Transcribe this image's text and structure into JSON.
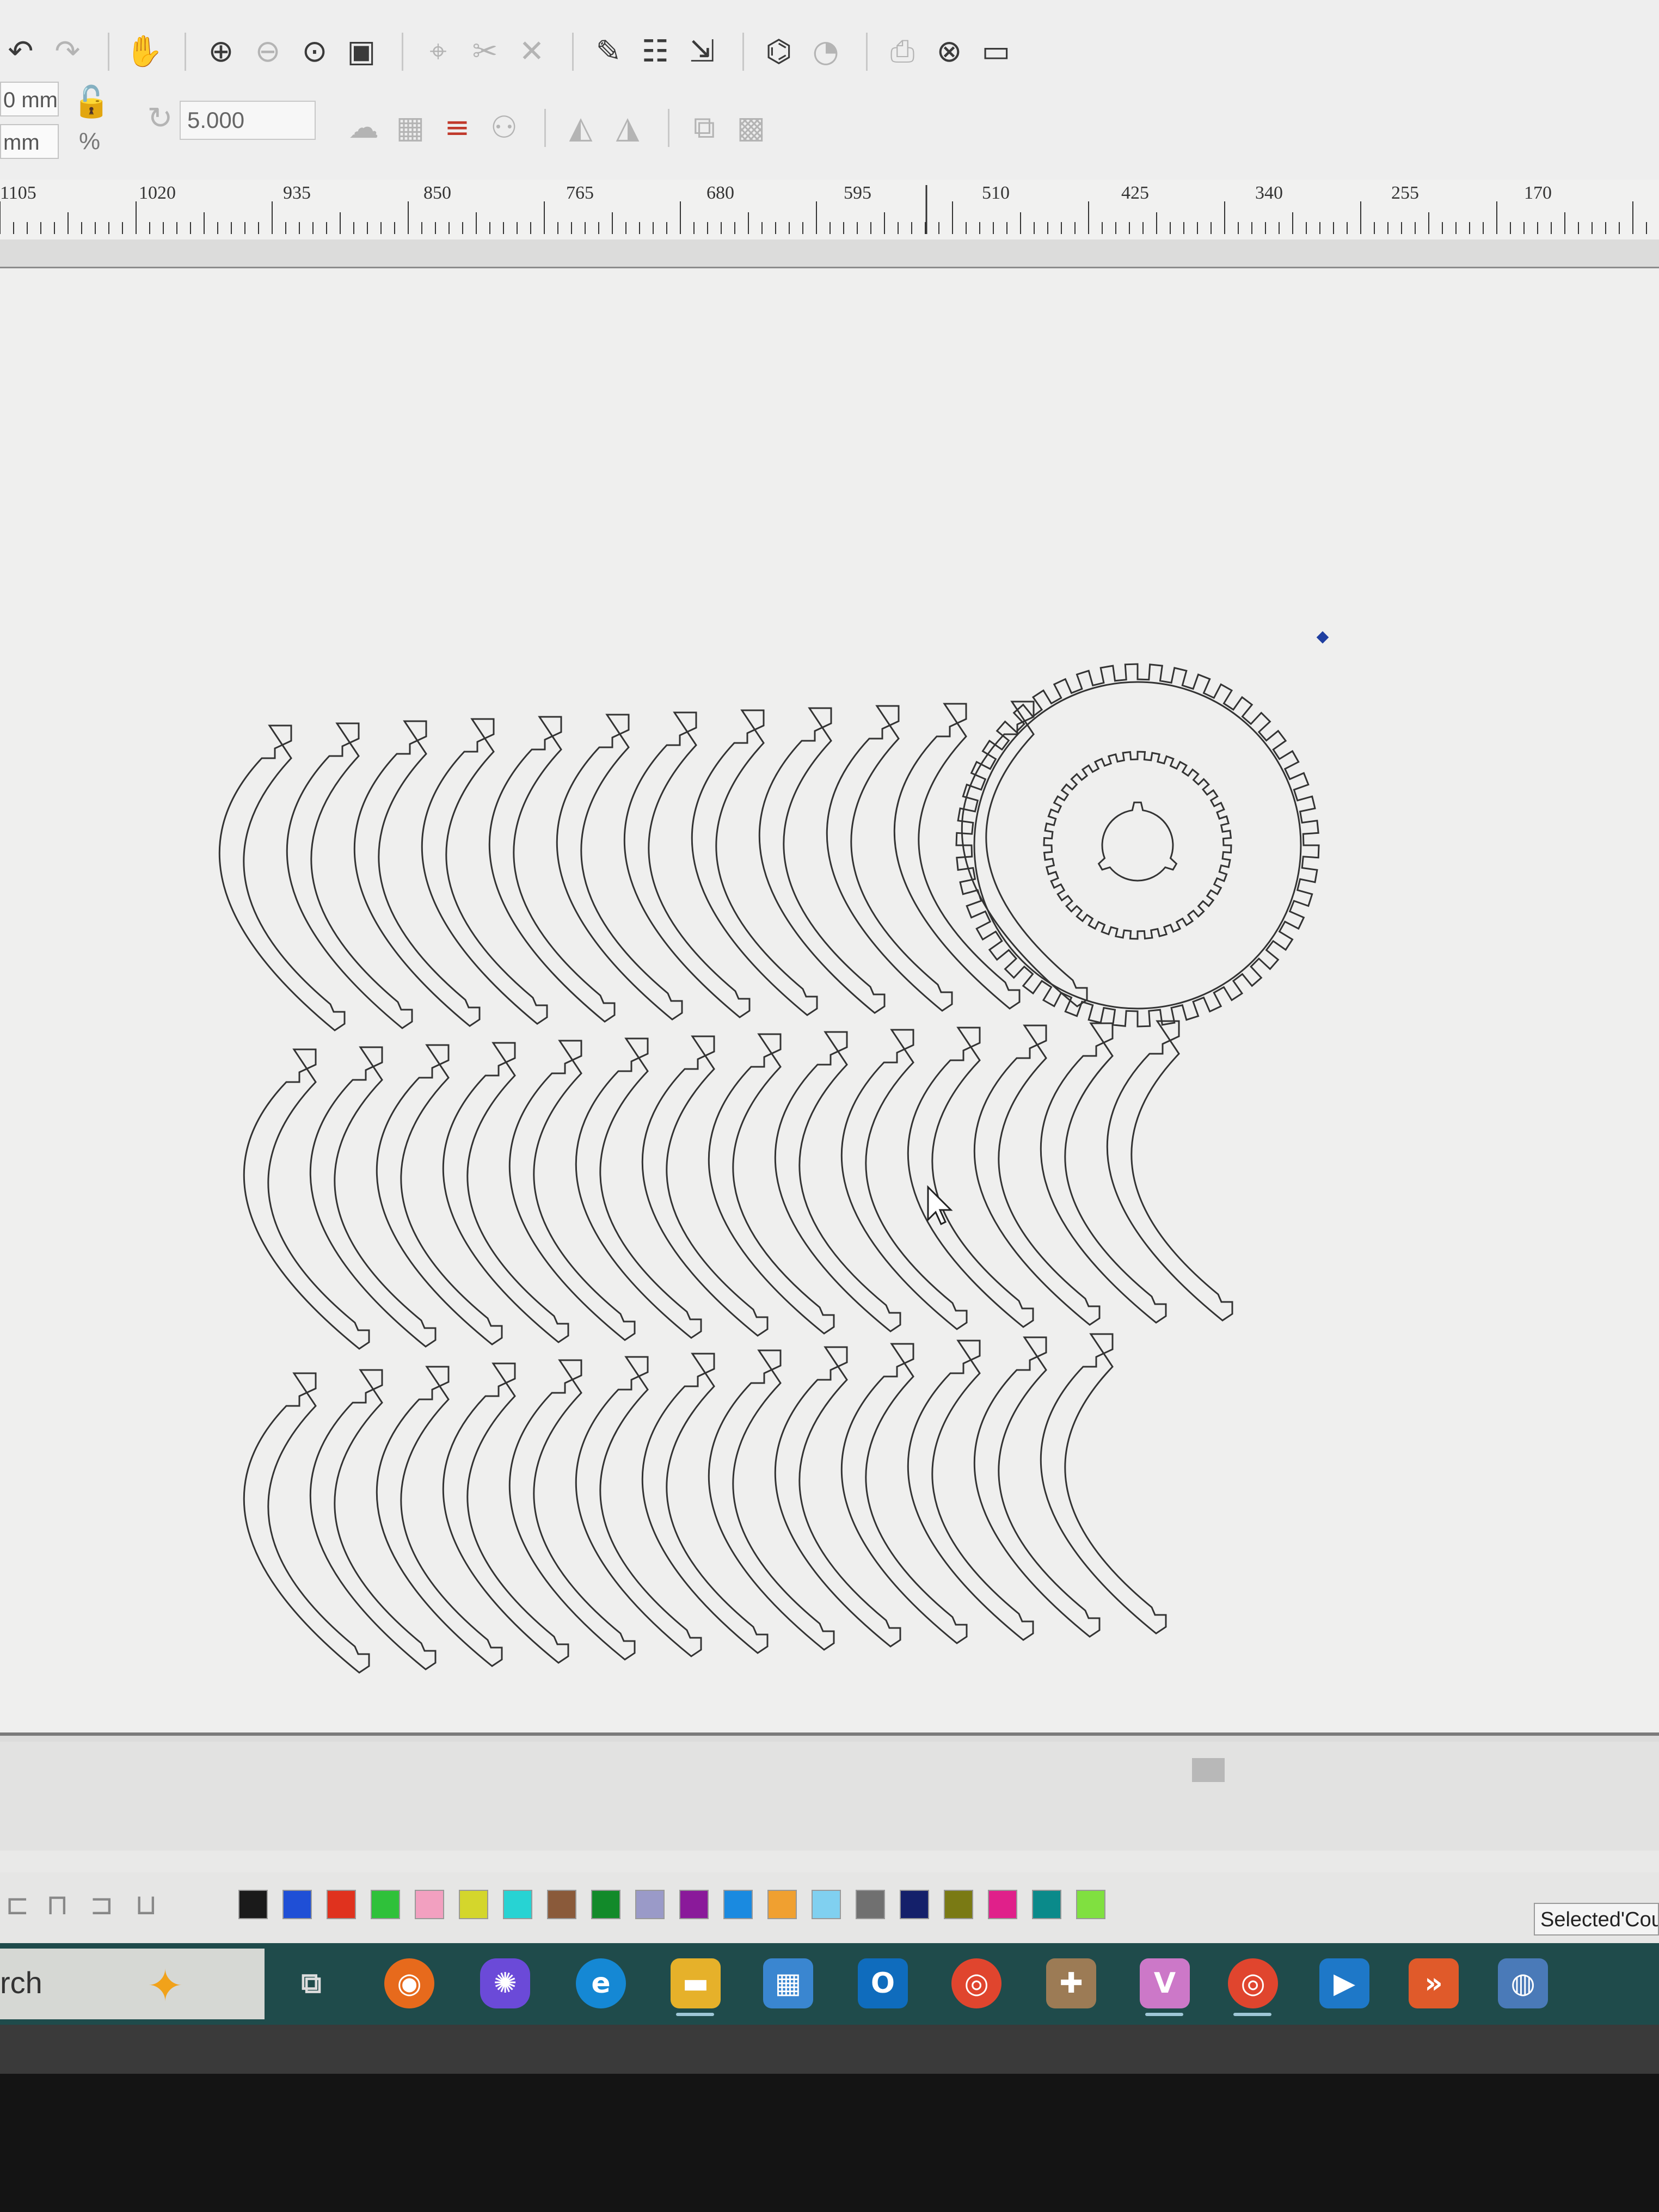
{
  "toolbar": {
    "row1_icons": [
      "undo-icon",
      "redo-icon",
      "hand-pan-icon",
      "zoom-in-icon",
      "zoom-out-icon",
      "zoom-fit-icon",
      "zoom-page-icon",
      "node-edit-icon",
      "trim-icon",
      "delete-node-icon",
      "paint-icon",
      "array-icon",
      "pick-icon",
      "weld-icon",
      "transform-icon",
      "send-icon",
      "target-icon",
      "monitor-icon"
    ],
    "unit_width": "0 mm",
    "unit_height": "mm",
    "percent_label": "%",
    "angle_value": "5.000"
  },
  "ruler": {
    "labels": [
      "1105",
      "1020",
      "935",
      "850",
      "765",
      "680",
      "595",
      "510",
      "425",
      "340",
      "255",
      "170"
    ]
  },
  "palette": {
    "colors": [
      "#1a1a1a",
      "#1f4fd6",
      "#e0321e",
      "#2fc13a",
      "#f2a0c0",
      "#d4d62c",
      "#27d3d3",
      "#8a5a3a",
      "#128a2a",
      "#9a9ac8",
      "#8a1a9a",
      "#1a8ae0",
      "#f0a030",
      "#80d0f0",
      "#707070",
      "#14206a",
      "#7a7a14",
      "#e0208a",
      "#0a8a8a",
      "#80e040"
    ],
    "status_text": "Selected'Cou"
  },
  "taskbar": {
    "search_text": "rch",
    "apps": [
      "task-view",
      "firefox",
      "copilot",
      "edge",
      "file-explorer",
      "microsoft-store",
      "outlook",
      "chrome",
      "notepad-app",
      "graphics-app",
      "chrome-2",
      "media-player",
      "remote-app",
      "laser-app"
    ]
  }
}
